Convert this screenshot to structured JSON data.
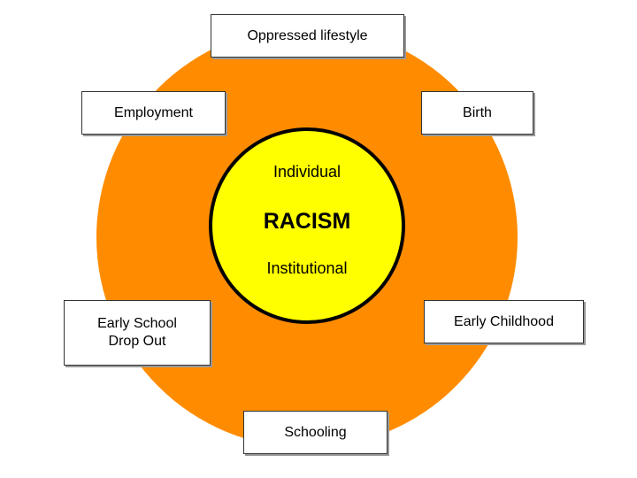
{
  "colors": {
    "outer_circle": "#FF8C00",
    "inner_circle": "#FFFF00",
    "inner_border": "#000000",
    "box_fill": "#FFFFFF",
    "box_border": "#333333"
  },
  "center": {
    "top_label": "Individual",
    "title": "RACISM",
    "bottom_label": "Institutional"
  },
  "boxes": {
    "oppressed_lifestyle": "Oppressed lifestyle",
    "birth": "Birth",
    "early_childhood": "Early Childhood",
    "schooling": "Schooling",
    "early_school_drop_out": "Early School\nDrop Out",
    "employment": "Employment"
  }
}
